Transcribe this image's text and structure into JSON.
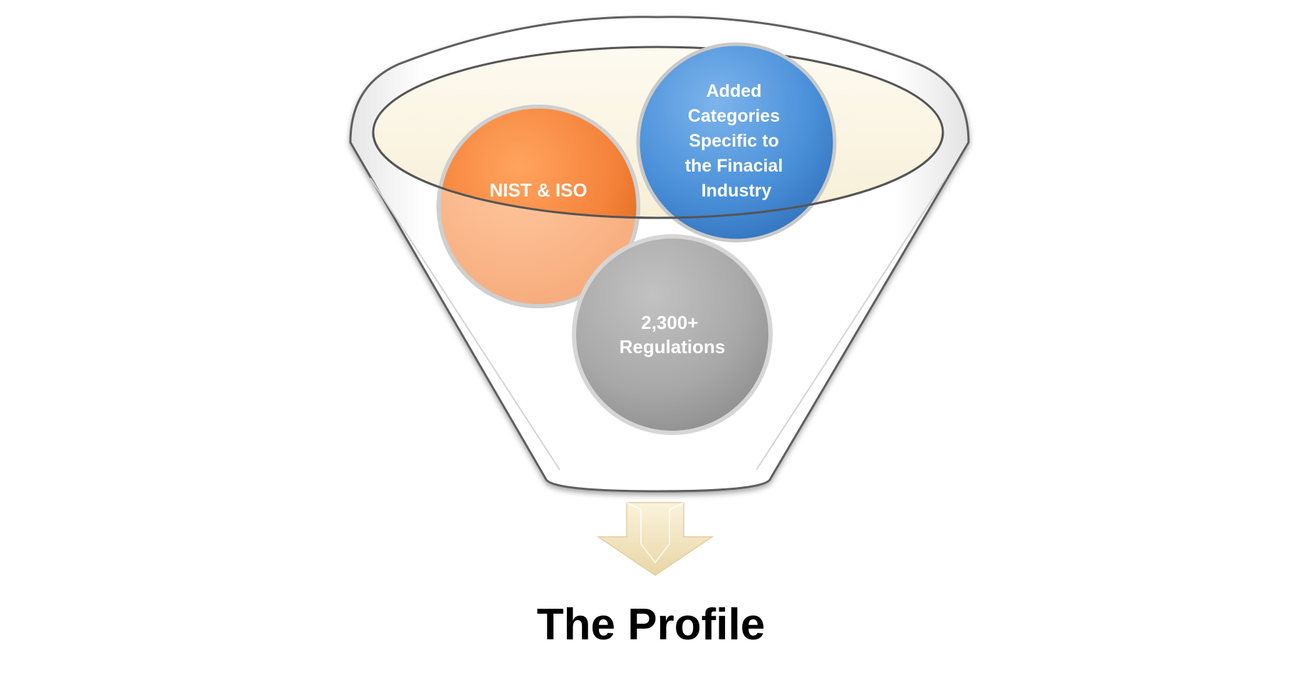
{
  "diagram": {
    "inputs": [
      {
        "id": "nist",
        "lines": [
          "NIST & ISO"
        ],
        "color": "#F5823A"
      },
      {
        "id": "financial",
        "lines": [
          "Added",
          "Categories",
          "Specific to",
          "the Finacial",
          "Industry"
        ],
        "color": "#4A90D9"
      },
      {
        "id": "regulations",
        "lines": [
          "2,300+",
          "Regulations"
        ],
        "color": "#A8A8A8"
      }
    ],
    "output": {
      "title": "The Profile"
    },
    "colors": {
      "funnel_rim_fill": "#FBF6E6",
      "funnel_outline": "#6B6B6B",
      "arrow_fill": "#F3E6C2"
    }
  }
}
